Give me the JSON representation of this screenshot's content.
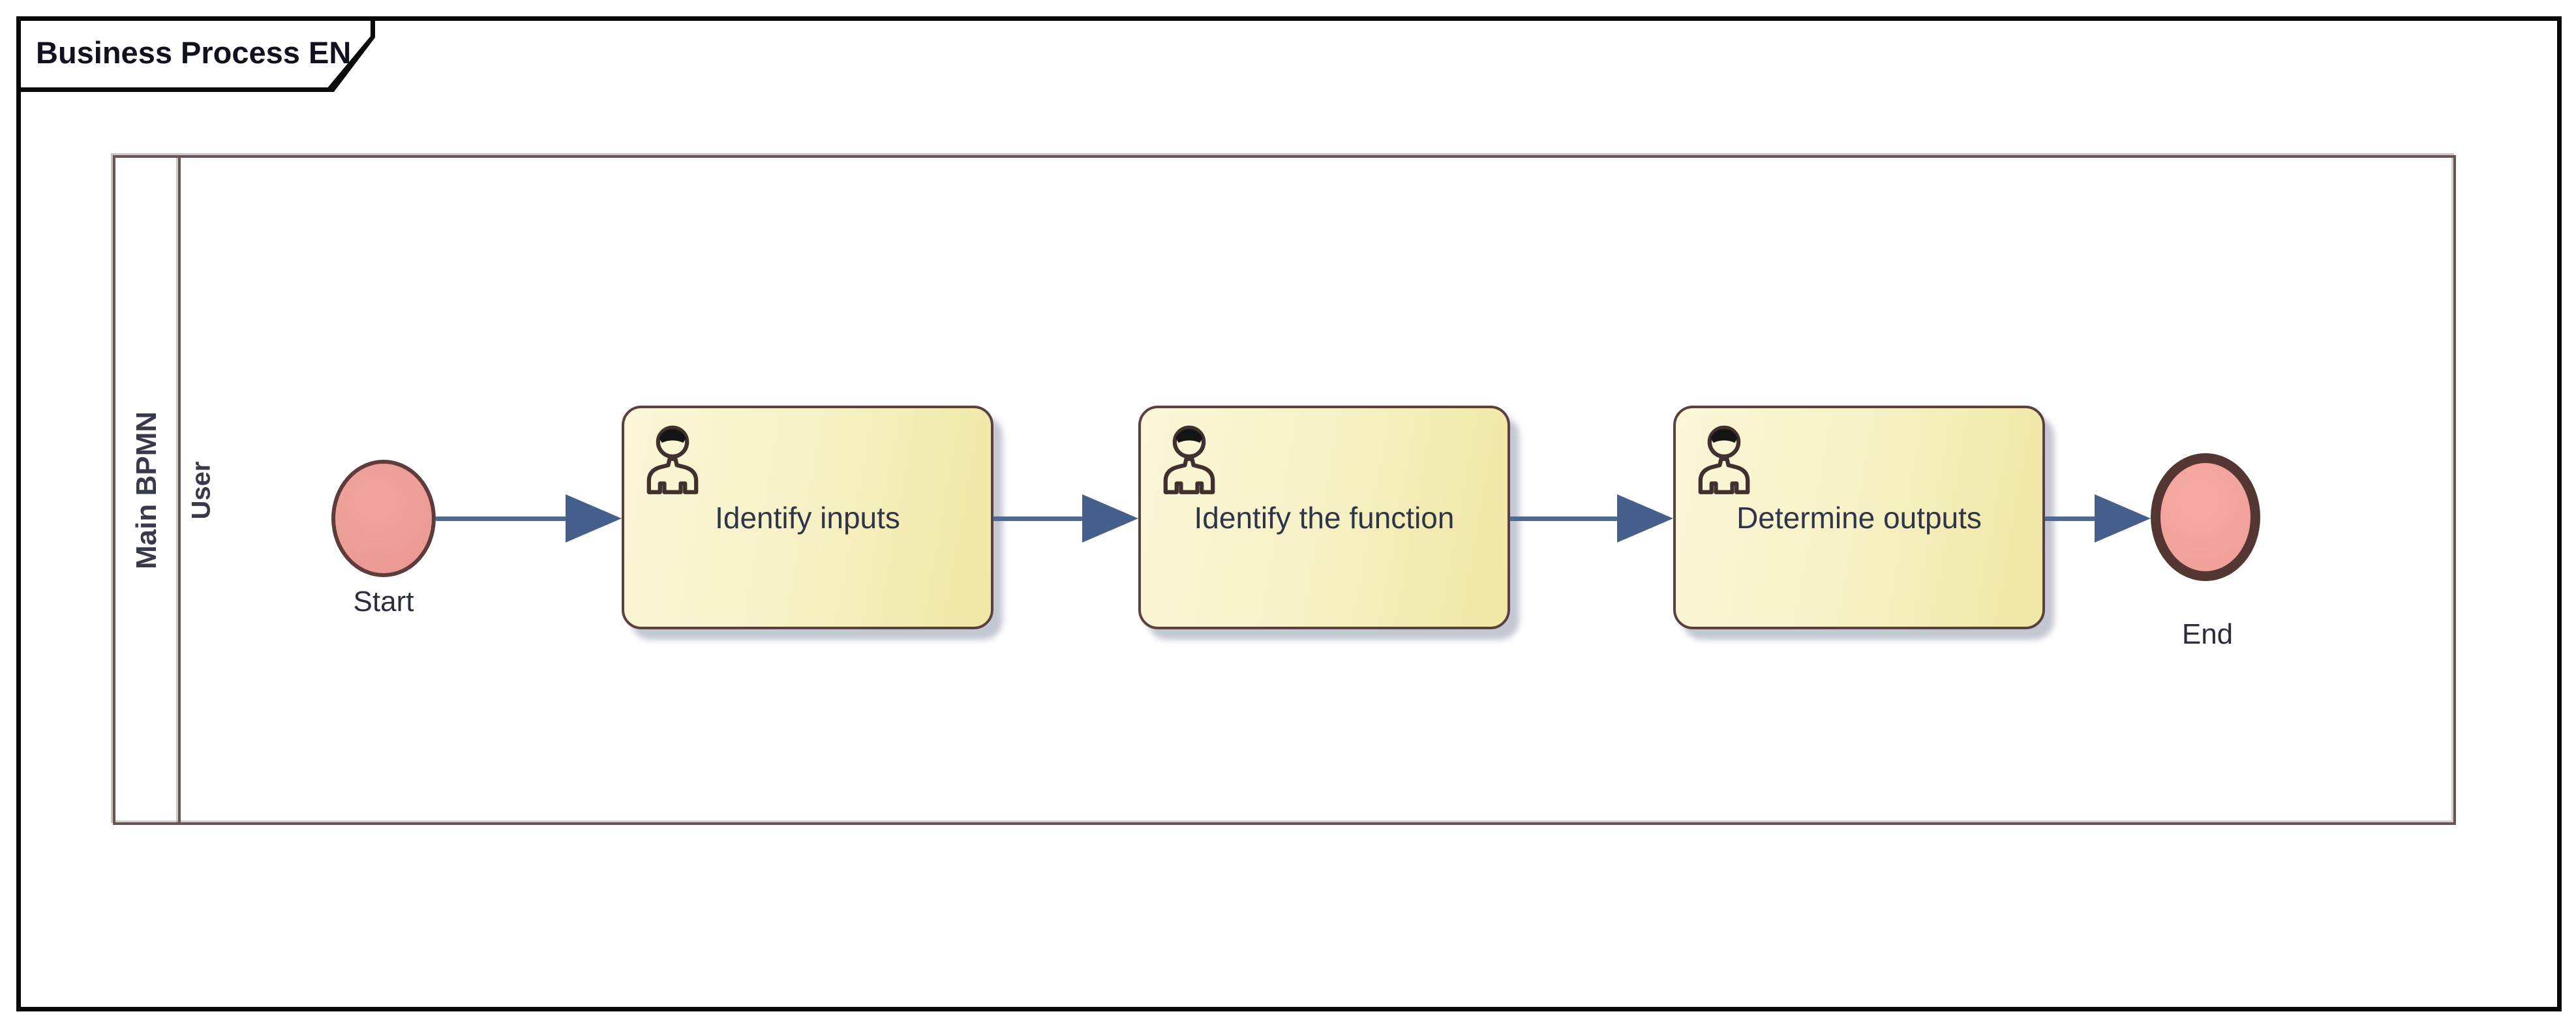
{
  "diagram": {
    "title_tab": "Business Process EN",
    "pool": {
      "name": "Main BPMN",
      "lane": "User"
    },
    "nodes": {
      "start": {
        "type": "start-event",
        "label": "Start"
      },
      "tasks": [
        {
          "type": "user-task",
          "label": "Identify inputs"
        },
        {
          "type": "user-task",
          "label": "Identify the function"
        },
        {
          "type": "user-task",
          "label": "Determine outputs"
        }
      ],
      "end": {
        "type": "end-event",
        "label": "End"
      }
    },
    "flows": [
      "Start → Identify inputs",
      "Identify inputs → Identify the function",
      "Identify the function → Determine outputs",
      "Determine outputs → End"
    ],
    "colors": {
      "frame": "#0a0a0a",
      "pool_border": "#6d5252",
      "task_border": "#5a413f",
      "task_fill_light": "#fbf7d8",
      "task_fill_dark": "#efe7a3",
      "event_fill": "#ec9a93",
      "start_border": "#5e3c3c",
      "end_border": "#543633",
      "connector": "#45608c",
      "text": "#30344a"
    }
  }
}
